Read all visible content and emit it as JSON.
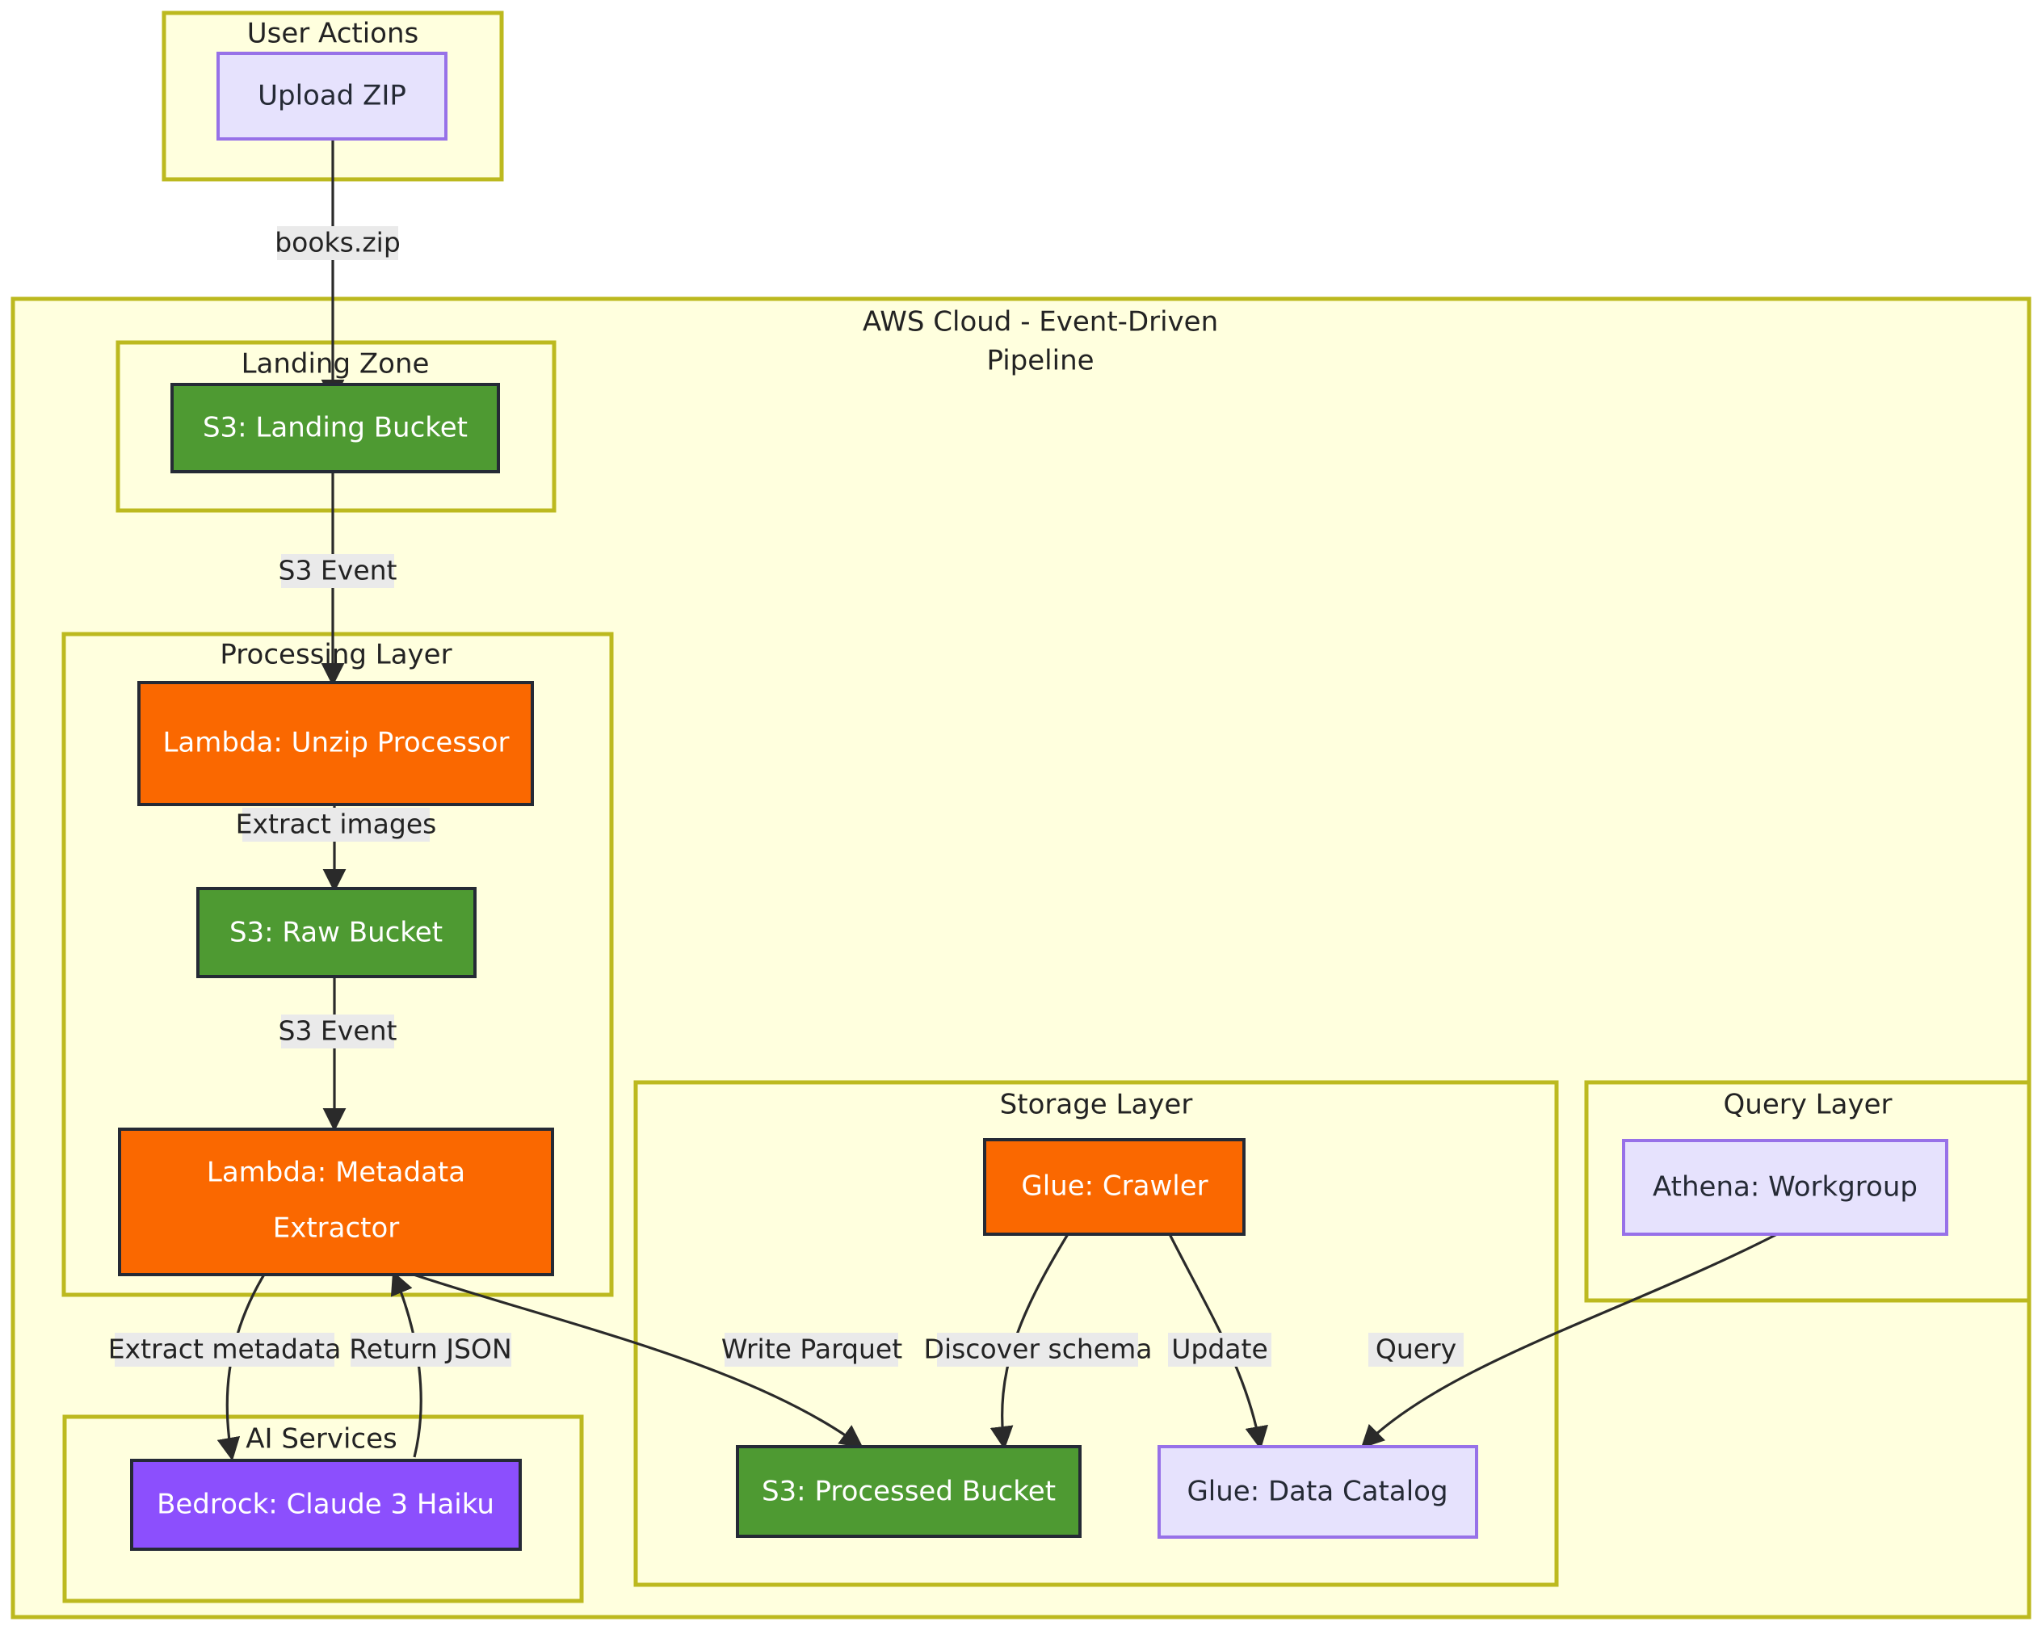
{
  "diagram": {
    "type": "flowchart",
    "title": "AWS Cloud - Event-Driven Pipeline",
    "colors": {
      "cluster_fill": "#ffffde",
      "cluster_stroke": "#bcb91f",
      "s3_fill": "#4e9a32",
      "lambda_fill": "#fa6800",
      "bedrock_fill": "#8c4ffd",
      "lilac_fill": "#e6e2fd",
      "lilac_stroke": "#9771e8",
      "node_stroke": "#252a35",
      "edge_stroke": "#2a2a2a",
      "edge_label_bg": "#eaeaea",
      "canvas": "#ffffff"
    },
    "clusters": [
      {
        "id": "user-actions",
        "label": "User Actions"
      },
      {
        "id": "aws-cloud",
        "label": "AWS Cloud - Event-Driven",
        "label_line2": "Pipeline"
      },
      {
        "id": "landing-zone",
        "label": "Landing Zone"
      },
      {
        "id": "processing-layer",
        "label": "Processing Layer"
      },
      {
        "id": "ai-services",
        "label": "AI Services"
      },
      {
        "id": "storage-layer",
        "label": "Storage Layer"
      },
      {
        "id": "query-layer",
        "label": "Query Layer"
      }
    ],
    "nodes": [
      {
        "id": "upload-zip",
        "label": "Upload ZIP",
        "style": "lilac"
      },
      {
        "id": "s3-landing-bucket",
        "label": "S3: Landing Bucket",
        "style": "green"
      },
      {
        "id": "lambda-unzip",
        "label": "Lambda: Unzip Processor",
        "style": "orange"
      },
      {
        "id": "s3-raw-bucket",
        "label": "S3: Raw Bucket",
        "style": "green"
      },
      {
        "id": "lambda-metadata",
        "label": "Lambda: Metadata",
        "label_line2": "Extractor",
        "style": "orange"
      },
      {
        "id": "bedrock-claude",
        "label": "Bedrock: Claude 3 Haiku",
        "style": "purple"
      },
      {
        "id": "glue-crawler",
        "label": "Glue: Crawler",
        "style": "orange"
      },
      {
        "id": "s3-processed-bucket",
        "label": "S3: Processed Bucket",
        "style": "green"
      },
      {
        "id": "glue-data-catalog",
        "label": "Glue: Data Catalog",
        "style": "lilac"
      },
      {
        "id": "athena-workgroup",
        "label": "Athena: Workgroup",
        "style": "lilac"
      }
    ],
    "edges": [
      {
        "id": "e1",
        "from": "upload-zip",
        "to": "s3-landing-bucket",
        "label": "books.zip"
      },
      {
        "id": "e2",
        "from": "s3-landing-bucket",
        "to": "lambda-unzip",
        "label": "S3 Event"
      },
      {
        "id": "e3",
        "from": "lambda-unzip",
        "to": "s3-raw-bucket",
        "label": "Extract images"
      },
      {
        "id": "e4",
        "from": "s3-raw-bucket",
        "to": "lambda-metadata",
        "label": "S3 Event"
      },
      {
        "id": "e5",
        "from": "lambda-metadata",
        "to": "bedrock-claude",
        "label": "Extract metadata"
      },
      {
        "id": "e6",
        "from": "bedrock-claude",
        "to": "lambda-metadata",
        "label": "Return JSON"
      },
      {
        "id": "e7",
        "from": "lambda-metadata",
        "to": "s3-processed-bucket",
        "label": "Write Parquet"
      },
      {
        "id": "e8",
        "from": "glue-crawler",
        "to": "s3-processed-bucket",
        "label": "Discover schema"
      },
      {
        "id": "e9",
        "from": "glue-crawler",
        "to": "glue-data-catalog",
        "label": "Update"
      },
      {
        "id": "e10",
        "from": "athena-workgroup",
        "to": "glue-data-catalog",
        "label": "Query"
      }
    ]
  }
}
